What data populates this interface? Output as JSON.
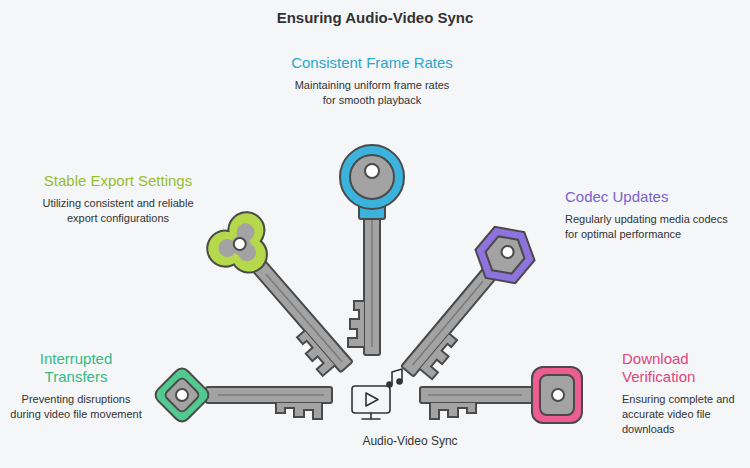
{
  "diagram": {
    "title": "Ensuring Audio-Video Sync",
    "nodes": [
      {
        "text": [
          "Consistent Frame Rates",
          "Maintaining uniform frame rates for smooth playback"
        ]
      },
      {
        "text": [
          "Stable Export Settings",
          "Utilizing consistent and reliable export configurations"
        ]
      },
      {
        "text": [
          "Codec Updates",
          "Regularly updating media codecs for optimal performance"
        ]
      },
      {
        "text": [
          "Interrupted Transfers",
          "Preventing disruptions during video file movement"
        ]
      },
      {
        "text": [
          "Download Verification",
          "Ensuring complete and accurate video file downloads"
        ]
      },
      {
        "text": [
          "Audio-Video Sync"
        ]
      }
    ]
  }
}
